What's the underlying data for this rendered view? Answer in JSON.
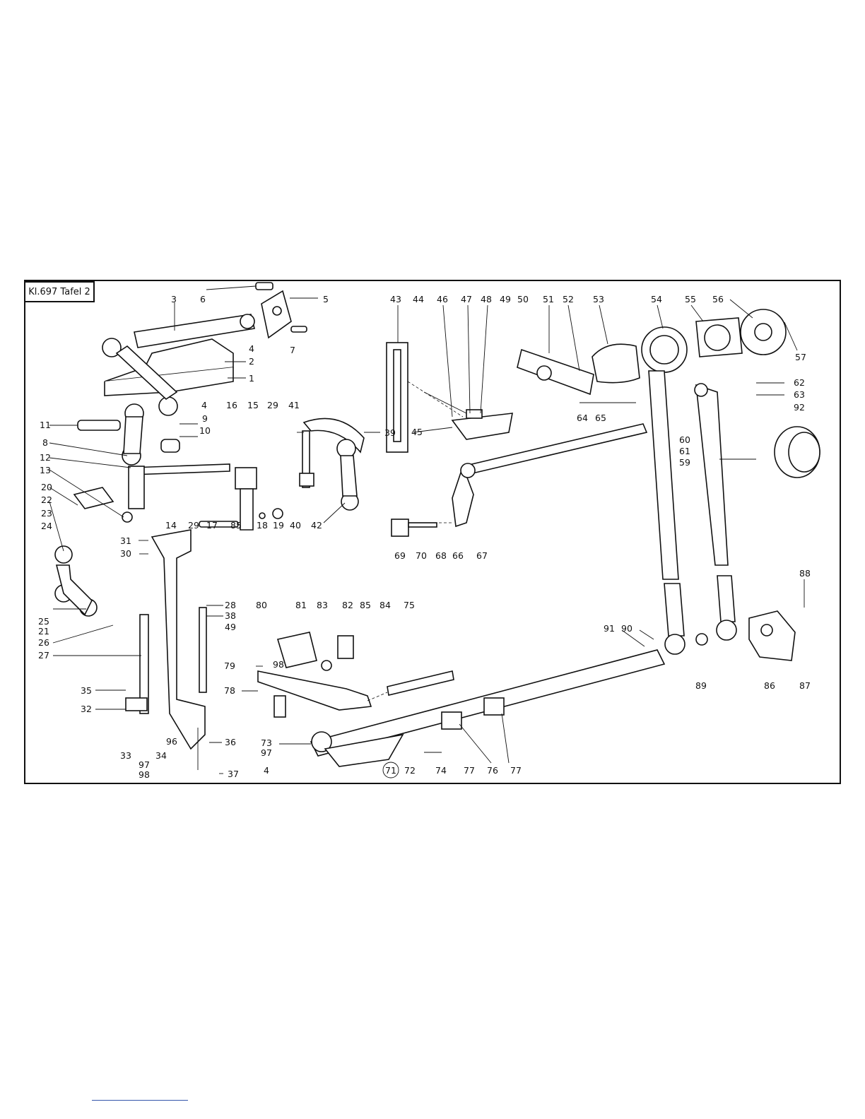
{
  "plate": {
    "title": "Kl.697 Tafel 2"
  },
  "diagram": {
    "callouts": [
      {
        "id": "c6",
        "text": "6"
      },
      {
        "id": "c5",
        "text": "5"
      },
      {
        "id": "c3",
        "text": "3"
      },
      {
        "id": "c4a",
        "text": "4"
      },
      {
        "id": "c2",
        "text": "2"
      },
      {
        "id": "c7",
        "text": "7"
      },
      {
        "id": "c1",
        "text": "1"
      },
      {
        "id": "c4b",
        "text": "4"
      },
      {
        "id": "c11",
        "text": "11"
      },
      {
        "id": "c9",
        "text": "9"
      },
      {
        "id": "c10",
        "text": "10"
      },
      {
        "id": "c8",
        "text": "8"
      },
      {
        "id": "c16",
        "text": "16"
      },
      {
        "id": "c15",
        "text": "15"
      },
      {
        "id": "c29a",
        "text": "29"
      },
      {
        "id": "c41",
        "text": "41"
      },
      {
        "id": "c39",
        "text": "39"
      },
      {
        "id": "c12",
        "text": "12"
      },
      {
        "id": "c13",
        "text": "13"
      },
      {
        "id": "c20",
        "text": "20"
      },
      {
        "id": "c22",
        "text": "22"
      },
      {
        "id": "c23",
        "text": "23"
      },
      {
        "id": "c24",
        "text": "24"
      },
      {
        "id": "c14",
        "text": "14"
      },
      {
        "id": "c17",
        "text": "17"
      },
      {
        "id": "c85a",
        "text": "85"
      },
      {
        "id": "c18",
        "text": "18"
      },
      {
        "id": "c19",
        "text": "19"
      },
      {
        "id": "c40",
        "text": "40"
      },
      {
        "id": "c42",
        "text": "42"
      },
      {
        "id": "c29b",
        "text": "29"
      },
      {
        "id": "c31",
        "text": "31"
      },
      {
        "id": "c30",
        "text": "30"
      },
      {
        "id": "c25",
        "text": "25"
      },
      {
        "id": "c21",
        "text": "21"
      },
      {
        "id": "c26",
        "text": "26"
      },
      {
        "id": "c27",
        "text": "27"
      },
      {
        "id": "c28",
        "text": "28"
      },
      {
        "id": "c38",
        "text": "38"
      },
      {
        "id": "c49a",
        "text": "49"
      },
      {
        "id": "c80",
        "text": "80"
      },
      {
        "id": "c81",
        "text": "81"
      },
      {
        "id": "c83",
        "text": "83"
      },
      {
        "id": "c82",
        "text": "82"
      },
      {
        "id": "c85b",
        "text": "85"
      },
      {
        "id": "c84",
        "text": "84"
      },
      {
        "id": "c75",
        "text": "75"
      },
      {
        "id": "c79",
        "text": "79"
      },
      {
        "id": "c98a",
        "text": "98"
      },
      {
        "id": "c78",
        "text": "78"
      },
      {
        "id": "c35",
        "text": "35"
      },
      {
        "id": "c32",
        "text": "32"
      },
      {
        "id": "c33",
        "text": "33"
      },
      {
        "id": "c34",
        "text": "34"
      },
      {
        "id": "c96",
        "text": "96"
      },
      {
        "id": "c36",
        "text": "36"
      },
      {
        "id": "c97a",
        "text": "97"
      },
      {
        "id": "c98b",
        "text": "98"
      },
      {
        "id": "c37",
        "text": "37"
      },
      {
        "id": "c73",
        "text": "73"
      },
      {
        "id": "c97b",
        "text": "97"
      },
      {
        "id": "c4c",
        "text": "4"
      },
      {
        "id": "c71",
        "text": "71"
      },
      {
        "id": "c72",
        "text": "72"
      },
      {
        "id": "c74",
        "text": "74"
      },
      {
        "id": "c77a",
        "text": "77"
      },
      {
        "id": "c76",
        "text": "76"
      },
      {
        "id": "c77b",
        "text": "77"
      },
      {
        "id": "c43",
        "text": "43"
      },
      {
        "id": "c44",
        "text": "44"
      },
      {
        "id": "c46",
        "text": "46"
      },
      {
        "id": "c47",
        "text": "47"
      },
      {
        "id": "c48",
        "text": "48"
      },
      {
        "id": "c49b",
        "text": "49"
      },
      {
        "id": "c50",
        "text": "50"
      },
      {
        "id": "c51",
        "text": "51"
      },
      {
        "id": "c52",
        "text": "52"
      },
      {
        "id": "c53",
        "text": "53"
      },
      {
        "id": "c45",
        "text": "45"
      },
      {
        "id": "c64",
        "text": "64"
      },
      {
        "id": "c65",
        "text": "65"
      },
      {
        "id": "c69",
        "text": "69"
      },
      {
        "id": "c70",
        "text": "70"
      },
      {
        "id": "c68",
        "text": "68"
      },
      {
        "id": "c66",
        "text": "66"
      },
      {
        "id": "c67",
        "text": "67"
      },
      {
        "id": "c54",
        "text": "54"
      },
      {
        "id": "c55",
        "text": "55"
      },
      {
        "id": "c56",
        "text": "56"
      },
      {
        "id": "c57",
        "text": "57"
      },
      {
        "id": "c62",
        "text": "62"
      },
      {
        "id": "c63",
        "text": "63"
      },
      {
        "id": "c92",
        "text": "92"
      },
      {
        "id": "c60",
        "text": "60"
      },
      {
        "id": "c61",
        "text": "61"
      },
      {
        "id": "c59",
        "text": "59"
      },
      {
        "id": "c88",
        "text": "88"
      },
      {
        "id": "c91",
        "text": "91"
      },
      {
        "id": "c90",
        "text": "90"
      },
      {
        "id": "c89",
        "text": "89"
      },
      {
        "id": "c86",
        "text": "86"
      },
      {
        "id": "c87",
        "text": "87"
      }
    ]
  }
}
